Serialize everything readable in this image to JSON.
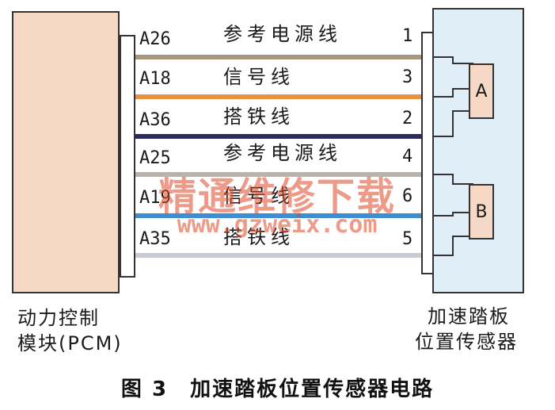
{
  "diagram": {
    "pcm_label_line1": "动力控制",
    "pcm_label_line2": "模块(PCM)",
    "sensor_label_line1": "加速踏板",
    "sensor_label_line2": "位置传感器",
    "caption": "图 3　加速踏板位置传感器电路",
    "sensor_a_label": "A",
    "sensor_b_label": "B",
    "watermark_text": "精通维修下载",
    "watermark_url": "www.gzweix.com"
  },
  "wires": [
    {
      "pin": "A26",
      "name": "参考电源线",
      "sensor_pin": "1",
      "color": "#a8977f"
    },
    {
      "pin": "A18",
      "name": "信号线",
      "sensor_pin": "3",
      "color": "#e8913f"
    },
    {
      "pin": "A36",
      "name": "搭铁线",
      "sensor_pin": "2",
      "color": "#2c2a5e"
    },
    {
      "pin": "A25",
      "name": "参考电源线",
      "sensor_pin": "4",
      "color": "#b9b3ab"
    },
    {
      "pin": "A19",
      "name": "信号线",
      "sensor_pin": "6",
      "color": "#3d8fd1"
    },
    {
      "pin": "A35",
      "name": "搭铁线",
      "sensor_pin": "5",
      "color": "#c9ccd6"
    }
  ]
}
